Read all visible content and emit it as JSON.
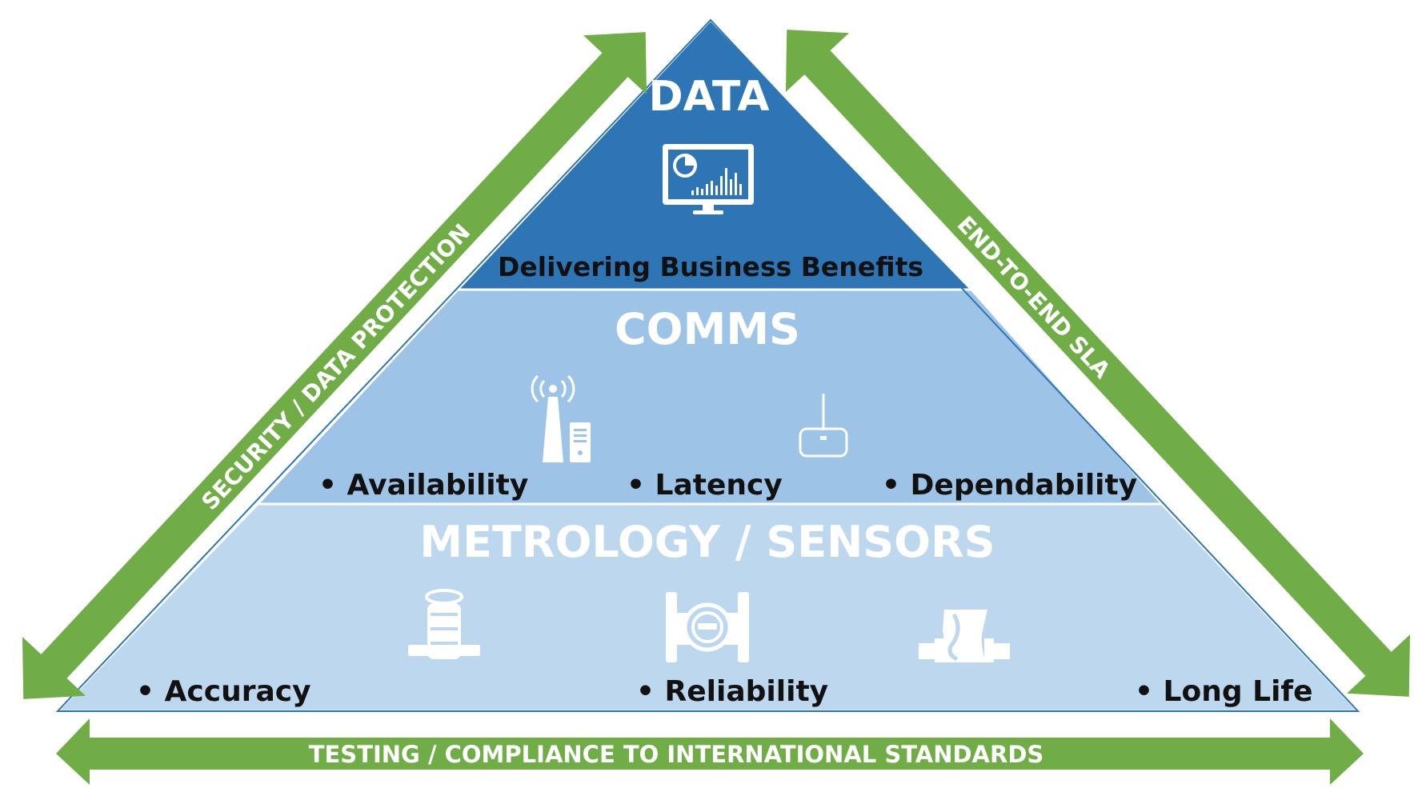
{
  "colors": {
    "green": "#70ad47",
    "green_dark": "#5e9a3a",
    "tier_data": "#2e75b6",
    "tier_comms": "#9dc3e6",
    "tier_metrology": "#bdd7ee",
    "outline": "#2e75b6"
  },
  "pyramid": {
    "data": {
      "title": "DATA",
      "icon": "monitor-chart-icon",
      "subtitle": "Delivering Business Benefits"
    },
    "comms": {
      "title": "COMMS",
      "icons": [
        "radio-tower-icon",
        "antenna-module-icon"
      ],
      "bullets": [
        "• Availability",
        "• Latency",
        "• Dependability"
      ]
    },
    "metrology": {
      "title": "METROLOGY / SENSORS",
      "icons": [
        "water-meter-icon",
        "flow-meter-icon",
        "pipe-valve-icon"
      ],
      "bullets": [
        "• Accuracy",
        "• Reliability",
        "• Long Life"
      ]
    }
  },
  "arrows": {
    "left": "SECURITY / DATA PROTECTION",
    "right": "END-TO-END SLA",
    "bottom": "TESTING / COMPLIANCE TO INTERNATIONAL STANDARDS"
  }
}
